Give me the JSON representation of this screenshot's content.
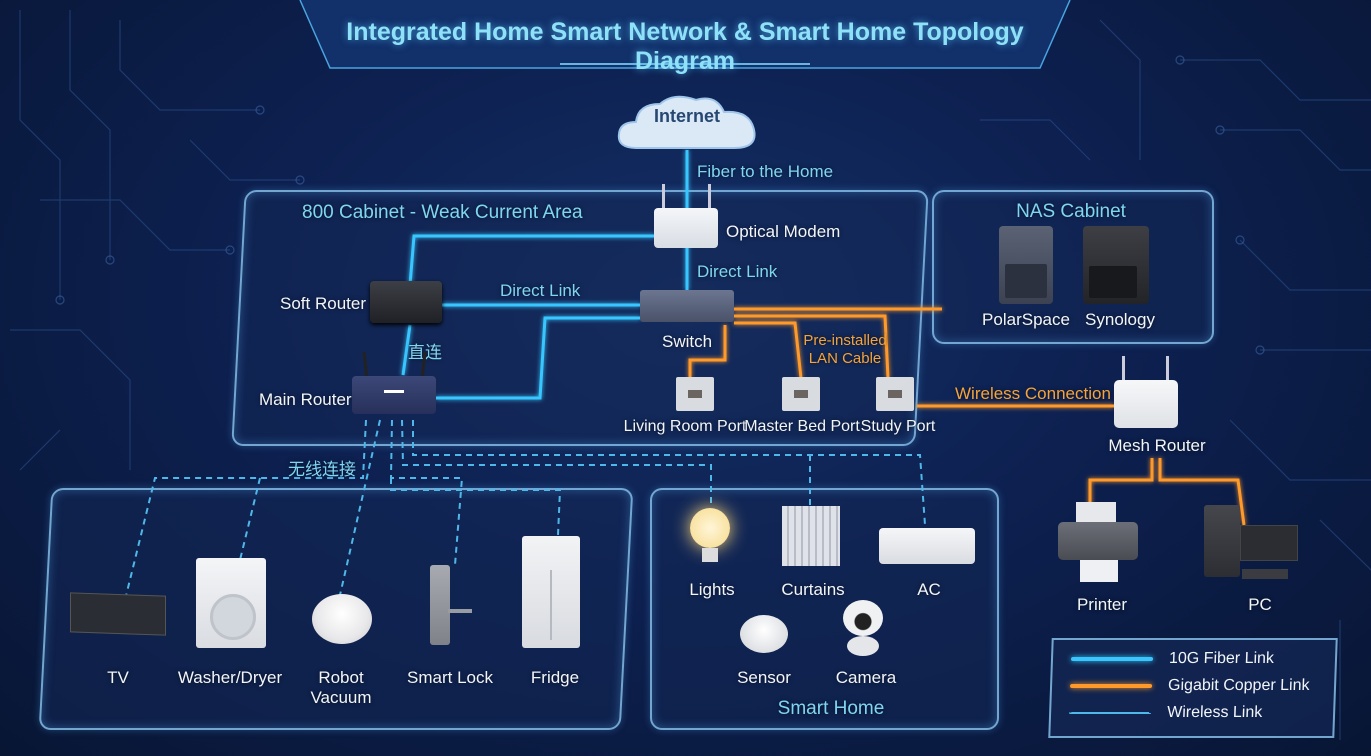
{
  "title": "Integrated Home Smart Network & Smart Home Topology Diagram",
  "colors": {
    "fiber": "#38c6ff",
    "copper": "#ff9a2a",
    "wireless": "#4fb8ea",
    "background": "#0d2050",
    "accent_text": "#8fe1f8"
  },
  "internet": {
    "label": "Internet",
    "icon": "cloud-icon"
  },
  "links": {
    "fiber_to_home": "Fiber to the Home",
    "direct_link_1": "Direct Link",
    "direct_link_2": "Direct Link",
    "direct_cn": "直连",
    "preinstalled_line1": "Pre-installed",
    "preinstalled_line2": "LAN Cable",
    "wireless_connection": "Wireless Connection",
    "wireless_cn": "无线连接"
  },
  "cabinet": {
    "title": "800 Cabinet - Weak Current Area",
    "devices": {
      "optical_modem": "Optical Modem",
      "soft_router": "Soft Router",
      "main_router": "Main Router",
      "switch": "Switch"
    },
    "ports": [
      "Living Room Port",
      "Master Bed Port",
      "Study Port"
    ]
  },
  "nas": {
    "title": "NAS Cabinet",
    "devices": [
      "PolarSpace",
      "Synology"
    ]
  },
  "mesh": {
    "label": "Mesh Router",
    "devices": [
      "Printer",
      "PC"
    ]
  },
  "appliances": {
    "items": [
      "TV",
      "Washer/Dryer",
      "Robot Vacuum",
      "Smart Lock",
      "Fridge"
    ]
  },
  "smart_home": {
    "title": "Smart Home",
    "items": [
      "Lights",
      "Curtains",
      "AC",
      "Sensor",
      "Camera"
    ]
  },
  "legend": {
    "items": [
      {
        "label": "10G Fiber Link",
        "type": "fiber"
      },
      {
        "label": "Gigabit Copper Link",
        "type": "copper"
      },
      {
        "label": "Wireless Link",
        "type": "wireless"
      }
    ]
  }
}
